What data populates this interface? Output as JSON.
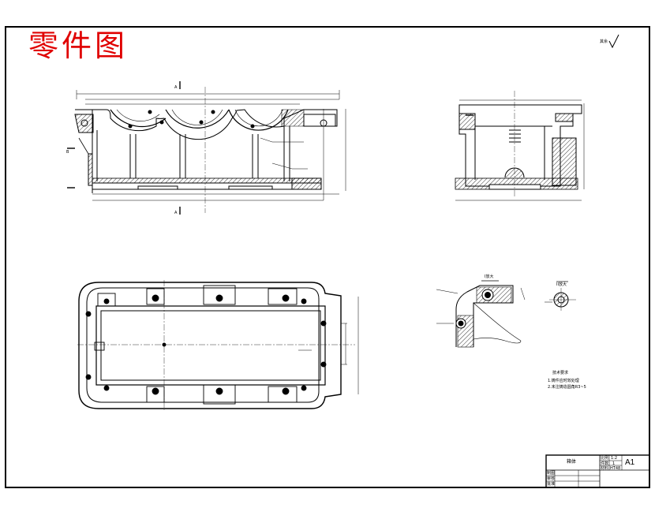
{
  "title": "零件图",
  "sheet_size": "A1",
  "roughness_mark": "其余",
  "section_marks": {
    "a_top": "A",
    "a_bottom": "A",
    "b_left": "B"
  },
  "title_block": {
    "part_name": "箱体",
    "scale_label": "比例",
    "scale_value": "1:2",
    "qty_label": "件数",
    "qty_value": "1",
    "material_label": "材料",
    "material_value": "HT48",
    "row_drawn": "制图",
    "row_checked": "审核",
    "row_approved": "批准"
  },
  "tech_notes": {
    "heading": "技术要求",
    "line1": "1.铸件应时效处理",
    "line2": "2.未注铸造圆角R3~5"
  },
  "detail_labels": {
    "detail1": "I放大",
    "detail2": "II放大"
  },
  "colors": {
    "title": "#e00000",
    "line": "#000000",
    "hatch": "#000000"
  }
}
